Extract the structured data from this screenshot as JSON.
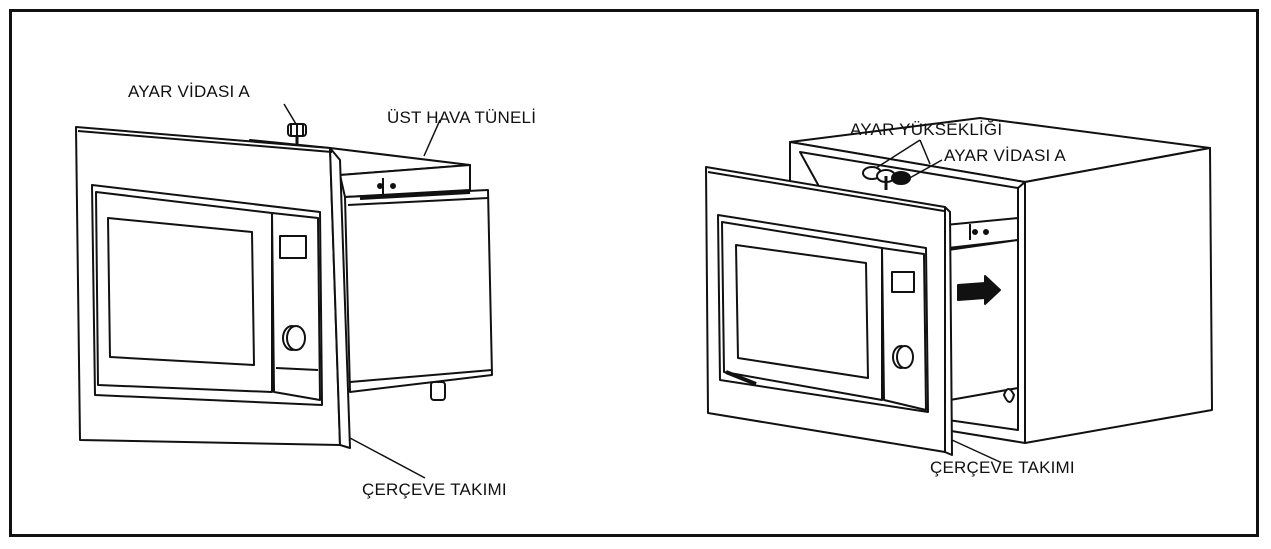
{
  "labels": {
    "left_screw": "AYAR VİDASI A",
    "left_tunnel": "ÜST HAVA TÜNELİ",
    "left_frame": "ÇERÇEVE TAKIMI",
    "right_height": "AYAR YÜKSEKLİĞİ",
    "right_screw": "AYAR VİDASI A",
    "right_frame": "ÇERÇEVE TAKIMI"
  },
  "colors": {
    "line": "#111111",
    "fill": "#ffffff",
    "shade": "#e6e6e6"
  },
  "icons": {
    "insert_arrow": "arrow-right-icon"
  }
}
